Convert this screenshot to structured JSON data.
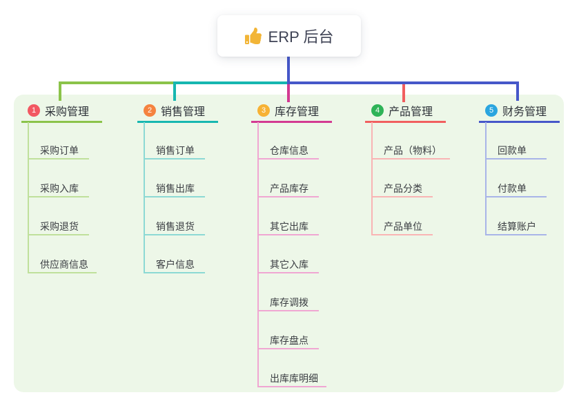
{
  "root": {
    "label": "ERP 后台",
    "icon": "thumbs-up-icon",
    "icon_color": "#f2b537",
    "text_color": "#3e4254"
  },
  "canvas": {
    "page_bg": "#ffffff",
    "panel_bg": "#edf7e8",
    "stem_color": "#4657c9"
  },
  "branches": [
    {
      "number": "1",
      "label": "采购管理",
      "badge_color": "#f25862",
      "line_color": "#8bc34a",
      "child_line_color": "#bfe09b",
      "children": [
        "采购订单",
        "采购入库",
        "采购退货",
        "供应商信息"
      ]
    },
    {
      "number": "2",
      "label": "销售管理",
      "badge_color": "#f5833f",
      "line_color": "#17b7b0",
      "child_line_color": "#8cd9d4",
      "children": [
        "销售订单",
        "销售出库",
        "销售退货",
        "客户信息"
      ]
    },
    {
      "number": "3",
      "label": "库存管理",
      "badge_color": "#f7b234",
      "line_color": "#d33a92",
      "child_line_color": "#f0a6d2",
      "children": [
        "仓库信息",
        "产品库存",
        "其它出库",
        "其它入库",
        "库存调拨",
        "库存盘点",
        "出库库明细"
      ]
    },
    {
      "number": "4",
      "label": "产品管理",
      "badge_color": "#2eb357",
      "line_color": "#f15f5f",
      "child_line_color": "#f9b4b4",
      "children": [
        "产品（物料）",
        "产品分类",
        "产品单位"
      ]
    },
    {
      "number": "5",
      "label": "财务管理",
      "badge_color": "#2aa5df",
      "line_color": "#4657c9",
      "child_line_color": "#a8b4e8",
      "children": [
        "回款单",
        "付款单",
        "结算账户"
      ]
    }
  ]
}
